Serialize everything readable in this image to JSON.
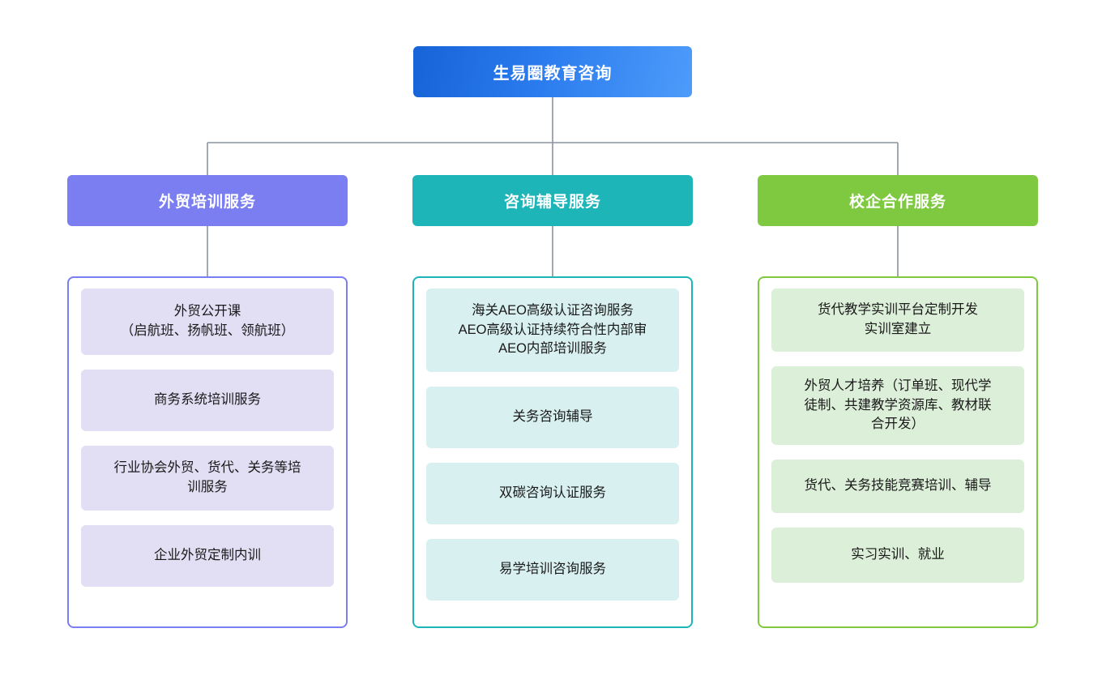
{
  "diagram": {
    "type": "organization-tree",
    "background_color": "#ffffff",
    "connector_color": "#8a93a0",
    "root": {
      "label": "生易圈教育咨询",
      "gradient_from": "#1763d8",
      "gradient_to": "#4d9bfa",
      "text_color": "#ffffff"
    },
    "columns": [
      {
        "id": "foreign-trade-training",
        "header": "外贸培训服务",
        "accent_color": "#7b7ef0",
        "leaf_color": "#e2dff4",
        "items": [
          "外贸公开课\n（启航班、扬帆班、领航班）",
          "商务系统培训服务",
          "行业协会外贸、货代、关务等培\n训服务",
          "企业外贸定制内训"
        ]
      },
      {
        "id": "consulting-tutoring",
        "header": "咨询辅导服务",
        "accent_color": "#1eb5b8",
        "leaf_color": "#d9f0f0",
        "items": [
          "海关AEO高级认证咨询服务\nAEO高级认证持续符合性内部审\nAEO内部培训服务",
          "关务咨询辅导",
          "双碳咨询认证服务",
          "易学培训咨询服务"
        ]
      },
      {
        "id": "school-enterprise-cooperation",
        "header": "校企合作服务",
        "accent_color": "#7ec940",
        "leaf_color": "#dcefd9",
        "items": [
          "货代教学实训平台定制开发\n实训室建立",
          "外贸人才培养（订单班、现代学\n徒制、共建教学资源库、教材联\n合开发）",
          "货代、关务技能竞赛培训、辅导",
          "实习实训、就业"
        ]
      }
    ]
  }
}
